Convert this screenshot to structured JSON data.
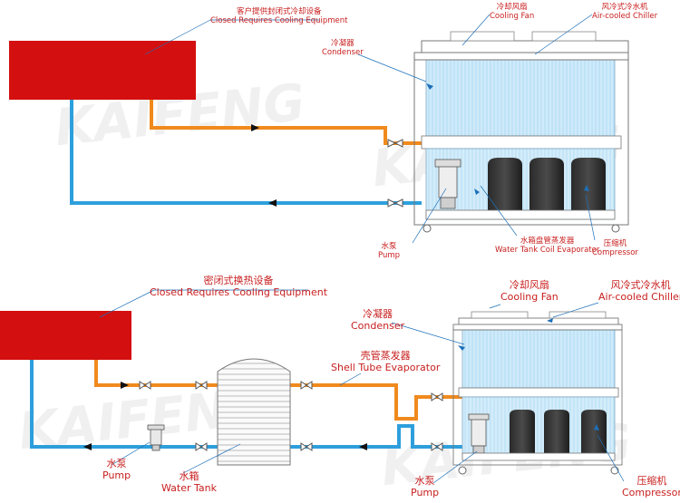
{
  "watermark": "KAIFENG",
  "top": {
    "client_label": {
      "zh": "客户提供封闭式冷却设备",
      "en": "Closed Requires Cooling Equipment"
    },
    "fan_label": {
      "zh": "冷却风扇",
      "en": "Cooling Fan"
    },
    "chiller_label": {
      "zh": "风冷式冷水机",
      "en": "Air-cooled Chiller"
    },
    "condenser_label": {
      "zh": "冷凝器",
      "en": "Condenser"
    },
    "pump_label": {
      "zh": "水泵",
      "en": "Pump"
    },
    "evaporator_label": {
      "zh": "水箱盘管蒸发器",
      "en": "Water Tank Coil Evaporator"
    },
    "compressor_label": {
      "zh": "压缩机",
      "en": "Compressor"
    }
  },
  "bottom": {
    "client_label": {
      "zh": "密闭式换热设备",
      "en": "Closed Requires Cooling Equipment"
    },
    "fan_label": {
      "zh": "冷却风扇",
      "en": "Cooling Fan"
    },
    "chiller_label": {
      "zh": "风冷式冷水机",
      "en": "Air-cooled Chiller"
    },
    "condenser_label": {
      "zh": "冷凝器",
      "en": "Condenser"
    },
    "evaporator_label": {
      "zh": "壳管蒸发器",
      "en": "Shell Tube Evaporator"
    },
    "pump_left_label": {
      "zh": "水泵",
      "en": "Pump"
    },
    "tank_label": {
      "zh": "水箱",
      "en": "Water Tank"
    },
    "pump_right_label": {
      "zh": "水泵",
      "en": "Pump"
    },
    "compressor_label": {
      "zh": "压缩机",
      "en": "Compressor"
    }
  },
  "colors": {
    "equipment": "#d40f0f",
    "hot_pipe": "#f08a1e",
    "cold_pipe": "#2e9fdc",
    "label": "#c81e1e",
    "leader": "#1c6fb8"
  }
}
